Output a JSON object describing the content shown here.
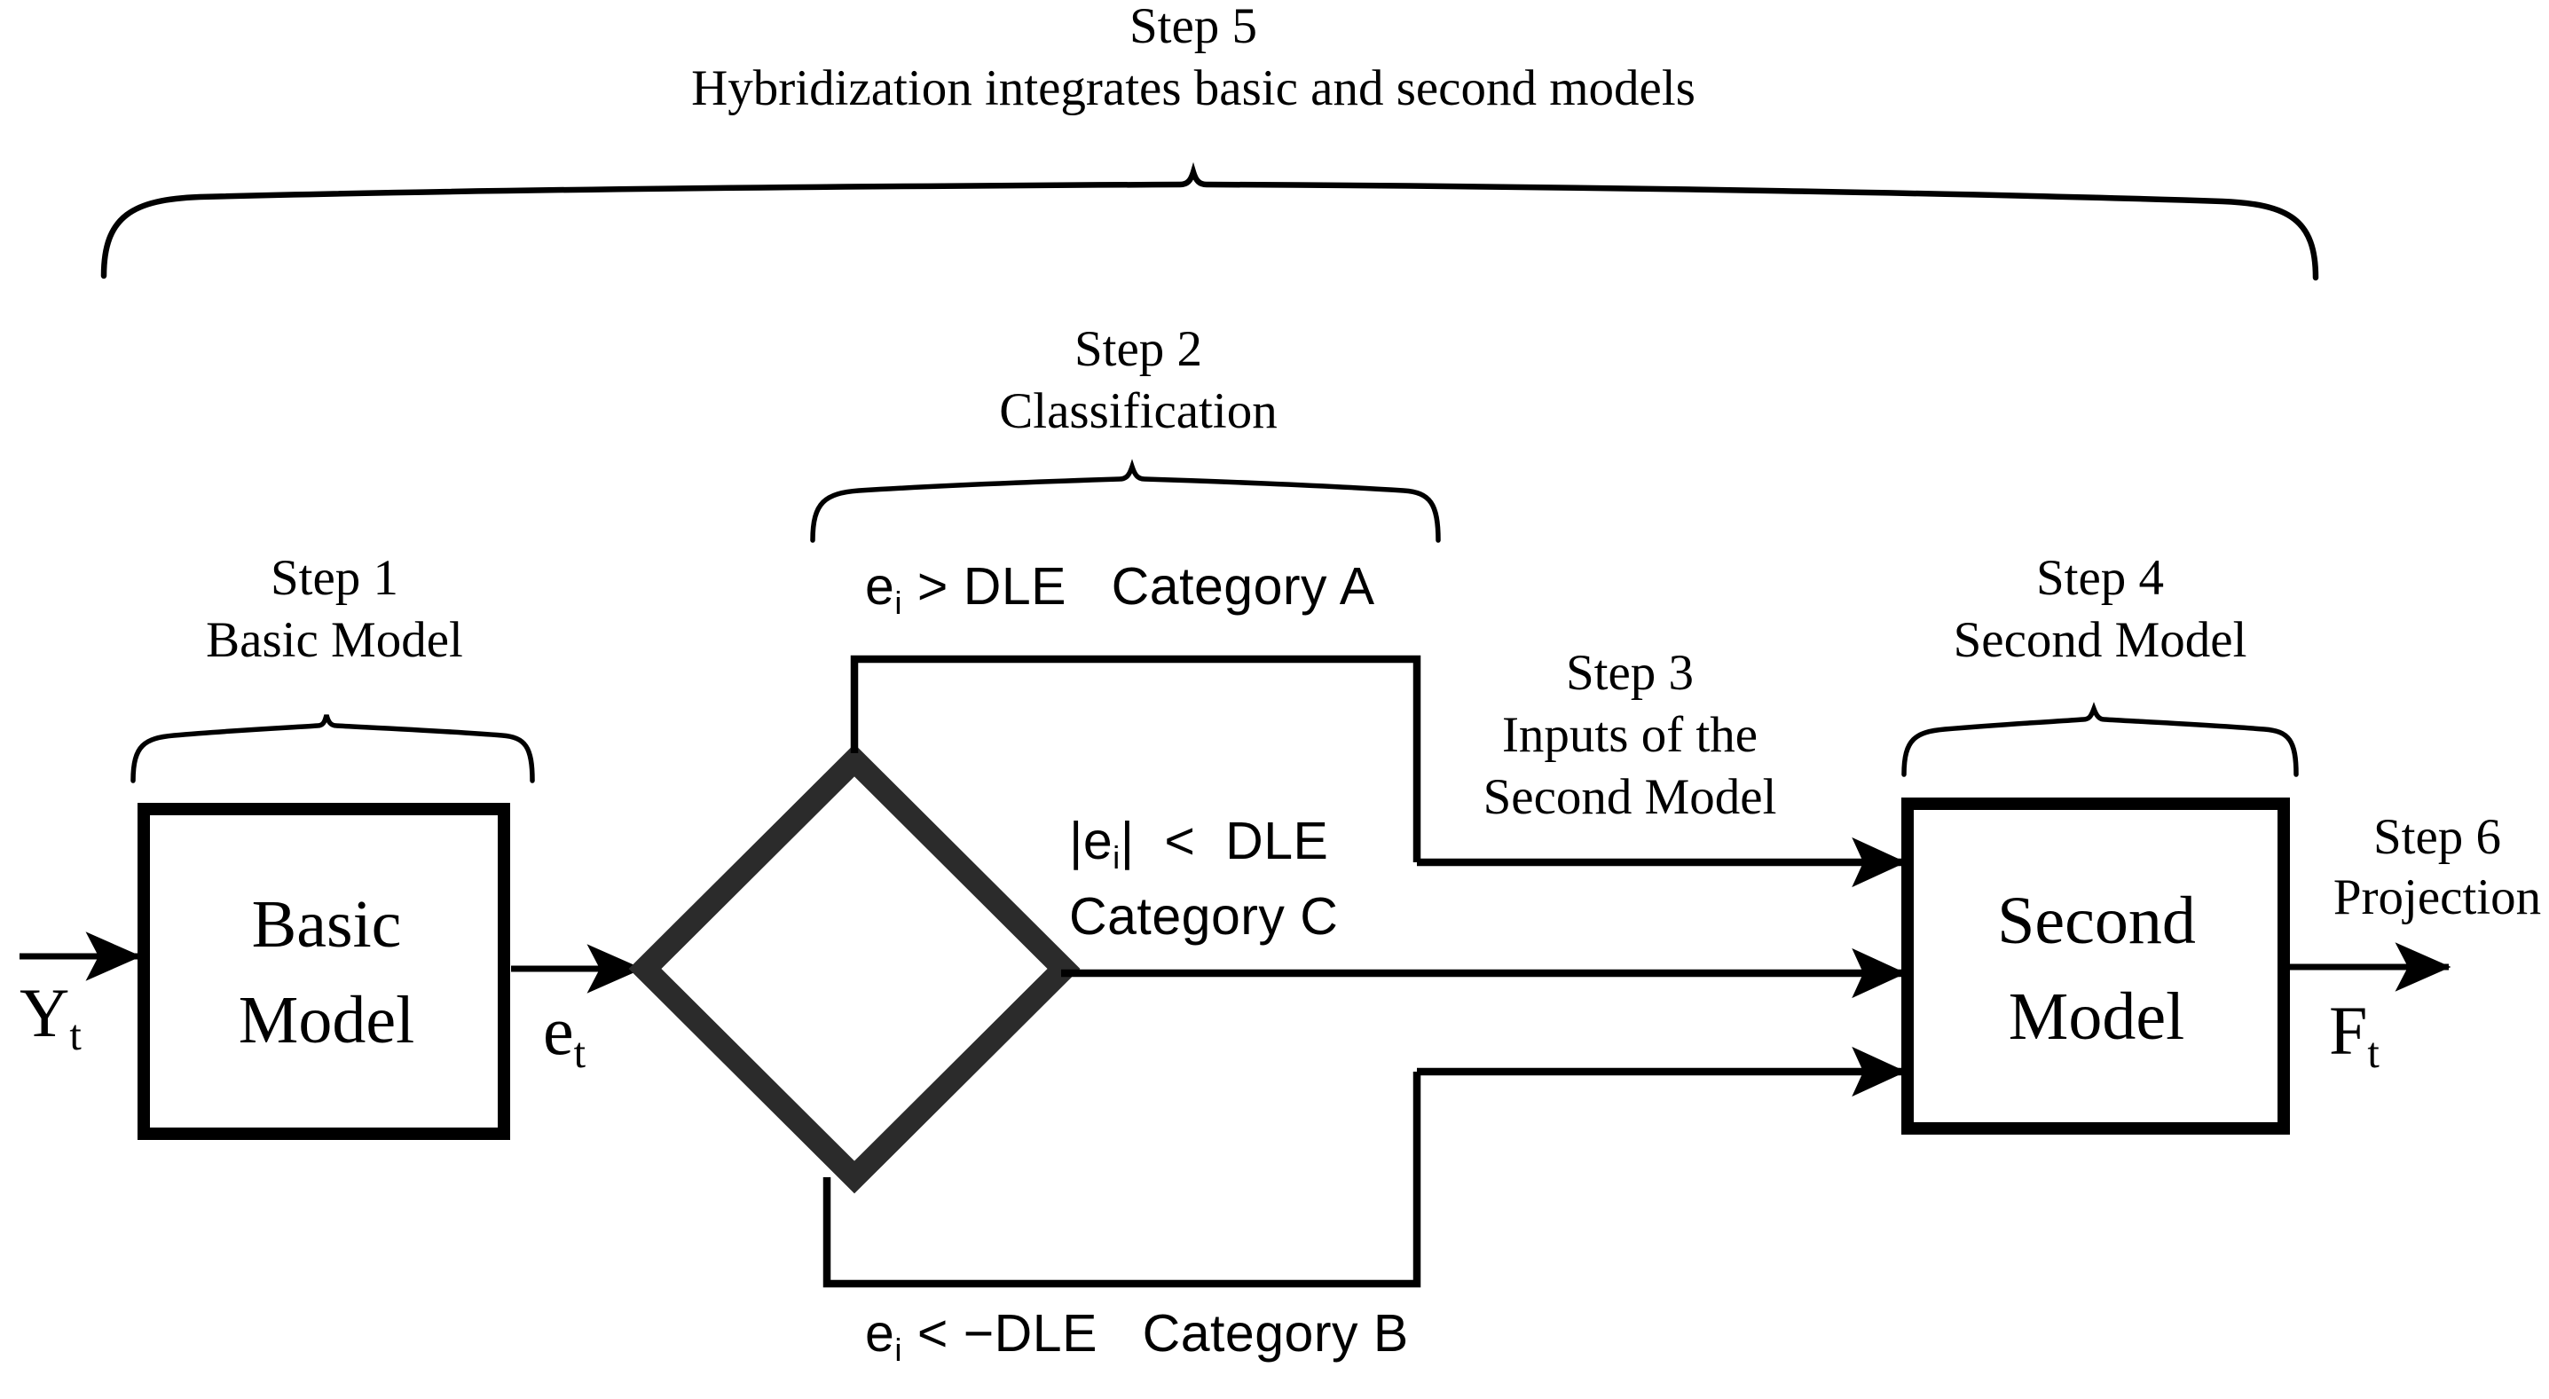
{
  "diagram": {
    "title": "Hybridization model flowchart",
    "colors": {
      "stroke": "#000000",
      "diamond_stroke": "#2b2b2b",
      "background": "#ffffff"
    },
    "step5": {
      "step_label": "Step 5",
      "description": "Hybridization integrates basic and second models"
    },
    "step1": {
      "step_label": "Step 1",
      "description": "Basic Model"
    },
    "step2": {
      "step_label": "Step 2",
      "description": "Classification"
    },
    "step3": {
      "step_label": "Step 3",
      "description_line1": "Inputs of the",
      "description_line2": "Second Model"
    },
    "step4": {
      "step_label": "Step 4",
      "description": "Second Model"
    },
    "step6": {
      "step_label": "Step 6",
      "description": "Projection"
    },
    "basic_model_box": {
      "line1": "Basic",
      "line2": "Model"
    },
    "second_model_box": {
      "line1": "Second",
      "line2": "Model"
    },
    "signals": {
      "input": "Y",
      "input_sub": "t",
      "error": "e",
      "error_sub": "t",
      "output": "F",
      "output_sub": "t"
    },
    "branches": [
      {
        "id": "category-a",
        "variable": "e",
        "subscript": "i",
        "condition": "> DLE",
        "category": "Category A",
        "full_text": "e i > DLE   Category A"
      },
      {
        "id": "category-c",
        "variable": "|e",
        "subscript": "i",
        "condition": "| <  DLE",
        "category": "Category C",
        "full_text": "|e i|  <  DLE / Category C"
      },
      {
        "id": "category-b",
        "variable": "e",
        "subscript": "i",
        "condition": "< −DLE",
        "category": "Category B",
        "full_text": "e i < −DLE   Category B"
      }
    ],
    "cond_a_pre": "e",
    "cond_a_sub": "i",
    "cond_a_post": " > DLE   Category A",
    "cond_c_pre": "|e",
    "cond_c_sub": "i",
    "cond_c_post": "|  <  DLE",
    "cond_c_cat": "Category C",
    "cond_b_pre": "e",
    "cond_b_sub": "i",
    "cond_b_post": " < −DLE   Category B"
  }
}
